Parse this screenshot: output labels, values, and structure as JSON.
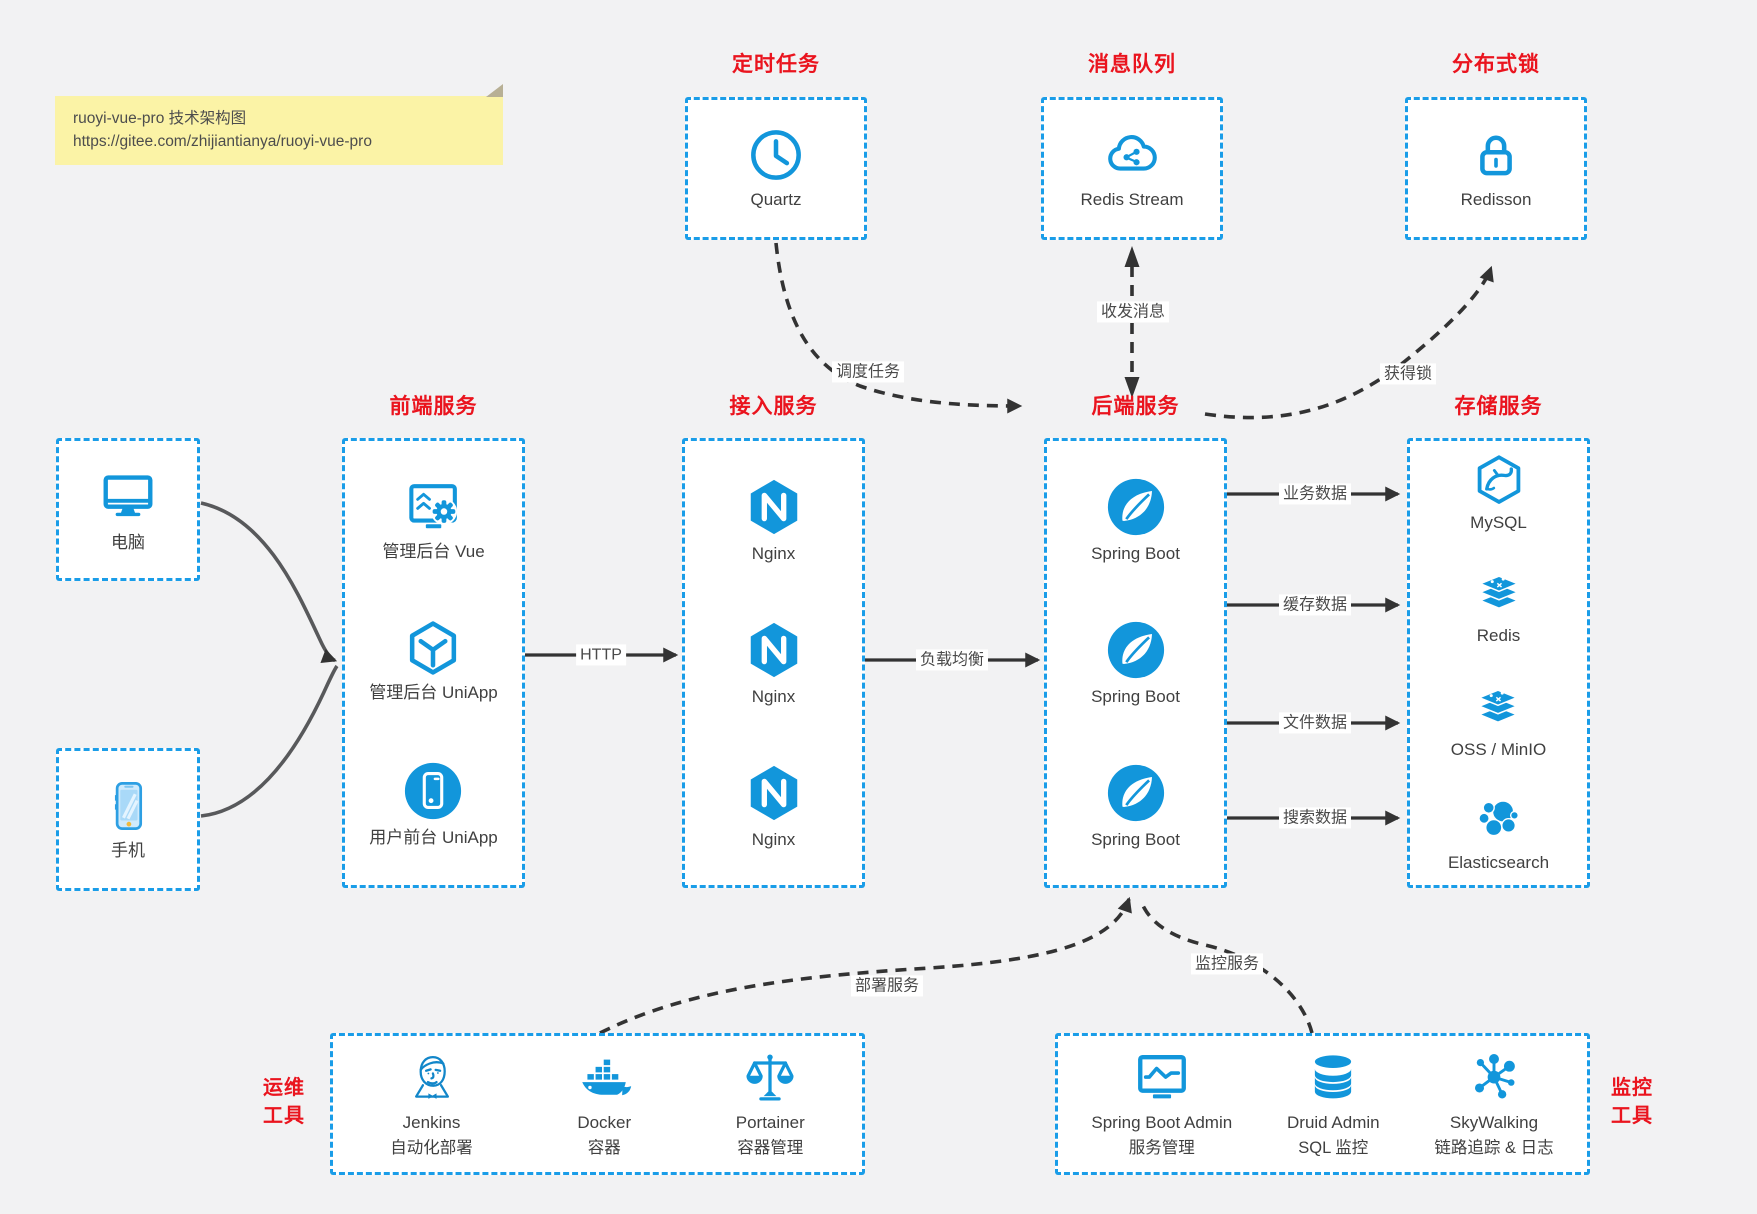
{
  "note": {
    "line1": "ruoyi-vue-pro 技术架构图",
    "line2": "https://gitee.com/zhijiantianya/ruoyi-vue-pro"
  },
  "boxes": {
    "scheduled": {
      "title": "定时任务",
      "items": [
        {
          "icon": "clock-icon",
          "label": "Quartz"
        }
      ]
    },
    "mq": {
      "title": "消息队列",
      "items": [
        {
          "icon": "redis-stream-cloud-icon",
          "label": "Redis Stream"
        }
      ]
    },
    "lock": {
      "title": "分布式锁",
      "items": [
        {
          "icon": "padlock-icon",
          "label": "Redisson"
        }
      ]
    },
    "clients": {
      "items": [
        {
          "icon": "desktop-computer-icon",
          "label": "电脑"
        },
        {
          "icon": "smartphone-icon",
          "label": "手机"
        }
      ]
    },
    "frontend": {
      "title": "前端服务",
      "items": [
        {
          "icon": "admin-dashboard-icon",
          "label": "管理后台 Vue"
        },
        {
          "icon": "uniapp-cube-icon",
          "label": "管理后台 UniApp"
        },
        {
          "icon": "mobile-app-circle-icon",
          "label": "用户前台 UniApp"
        }
      ]
    },
    "gateway": {
      "title": "接入服务",
      "items": [
        {
          "icon": "nginx-icon",
          "label": "Nginx"
        },
        {
          "icon": "nginx-icon",
          "label": "Nginx"
        },
        {
          "icon": "nginx-icon",
          "label": "Nginx"
        }
      ]
    },
    "backend": {
      "title": "后端服务",
      "items": [
        {
          "icon": "spring-boot-icon",
          "label": "Spring Boot"
        },
        {
          "icon": "spring-boot-icon",
          "label": "Spring Boot"
        },
        {
          "icon": "spring-boot-icon",
          "label": "Spring Boot"
        }
      ]
    },
    "storage": {
      "title": "存储服务",
      "items": [
        {
          "icon": "mysql-icon",
          "label": "MySQL"
        },
        {
          "icon": "redis-stack-icon",
          "label": "Redis"
        },
        {
          "icon": "oss-minio-stack-icon",
          "label": "OSS / MinIO"
        },
        {
          "icon": "elasticsearch-icon",
          "label": "Elasticsearch"
        }
      ]
    },
    "ops": {
      "side_label_line1": "运维",
      "side_label_line2": "工具",
      "items": [
        {
          "icon": "jenkins-icon",
          "label": "Jenkins",
          "sublabel": "自动化部署"
        },
        {
          "icon": "docker-icon",
          "label": "Docker",
          "sublabel": "容器"
        },
        {
          "icon": "portainer-scales-icon",
          "label": "Portainer",
          "sublabel": "容器管理"
        }
      ]
    },
    "monitoring": {
      "side_label_line1": "监控",
      "side_label_line2": "工具",
      "items": [
        {
          "icon": "spring-boot-admin-icon",
          "label": "Spring Boot Admin",
          "sublabel": "服务管理"
        },
        {
          "icon": "druid-database-icon",
          "label": "Druid Admin",
          "sublabel": "SQL 监控"
        },
        {
          "icon": "skywalking-icon",
          "label": "SkyWalking",
          "sublabel": "链路追踪 & 日志"
        }
      ]
    }
  },
  "edges": {
    "http": "HTTP",
    "load_balance": "负载均衡",
    "business_data": "业务数据",
    "cache_data": "缓存数据",
    "file_data": "文件数据",
    "search_data": "搜索数据",
    "schedule_task": "调度任务",
    "send_receive_msg": "收发消息",
    "acquire_lock": "获得锁",
    "deploy_service": "部署服务",
    "monitor_service": "监控服务"
  },
  "colors": {
    "icon_blue": "#1296db",
    "border_blue": "#1a9de8",
    "title_red": "#ea141e",
    "background": "#f2f2f3",
    "box_background": "#ffffff",
    "arrow_dark": "#333333",
    "client_arrow_gray": "#58595b",
    "note_background": "#fbf3a6",
    "text": "#404040"
  }
}
